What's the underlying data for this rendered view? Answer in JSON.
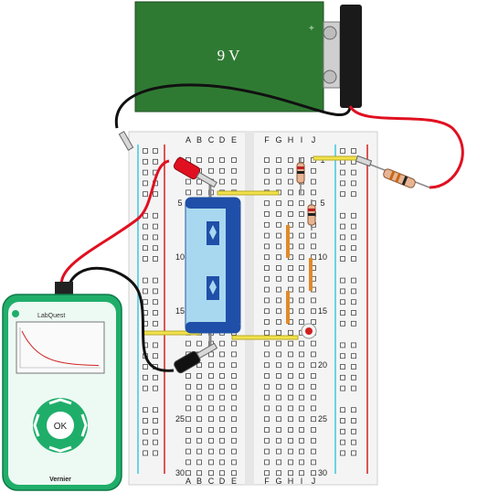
{
  "battery": {
    "label": "9 V",
    "plus_sign": "+"
  },
  "breadboard": {
    "column_labels_left": [
      "A",
      "B",
      "C",
      "D",
      "E"
    ],
    "column_labels_right": [
      "F",
      "G",
      "H",
      "I",
      "J"
    ],
    "row_numbers": [
      "1",
      "5",
      "10",
      "15",
      "20",
      "25",
      "30"
    ]
  },
  "labquest": {
    "brand_small": "LabQuest",
    "ok_label": "OK",
    "maker": "Vernier"
  },
  "colors": {
    "battery_body": "#2f7a32",
    "battery_cap": "#1a1a1a",
    "red_wire": "#e01020",
    "black_wire": "#111111",
    "capacitor": "#a8d8f0",
    "capacitor_band": "#1f4fa8",
    "jumper": "#f2e24a",
    "labquest_body": "#1fae6a",
    "rail_red": "#d42020",
    "rail_blue": "#3cc8e0"
  },
  "icons": [
    "resistor-icon",
    "led-icon",
    "clip-icon",
    "capacitor-icon"
  ]
}
